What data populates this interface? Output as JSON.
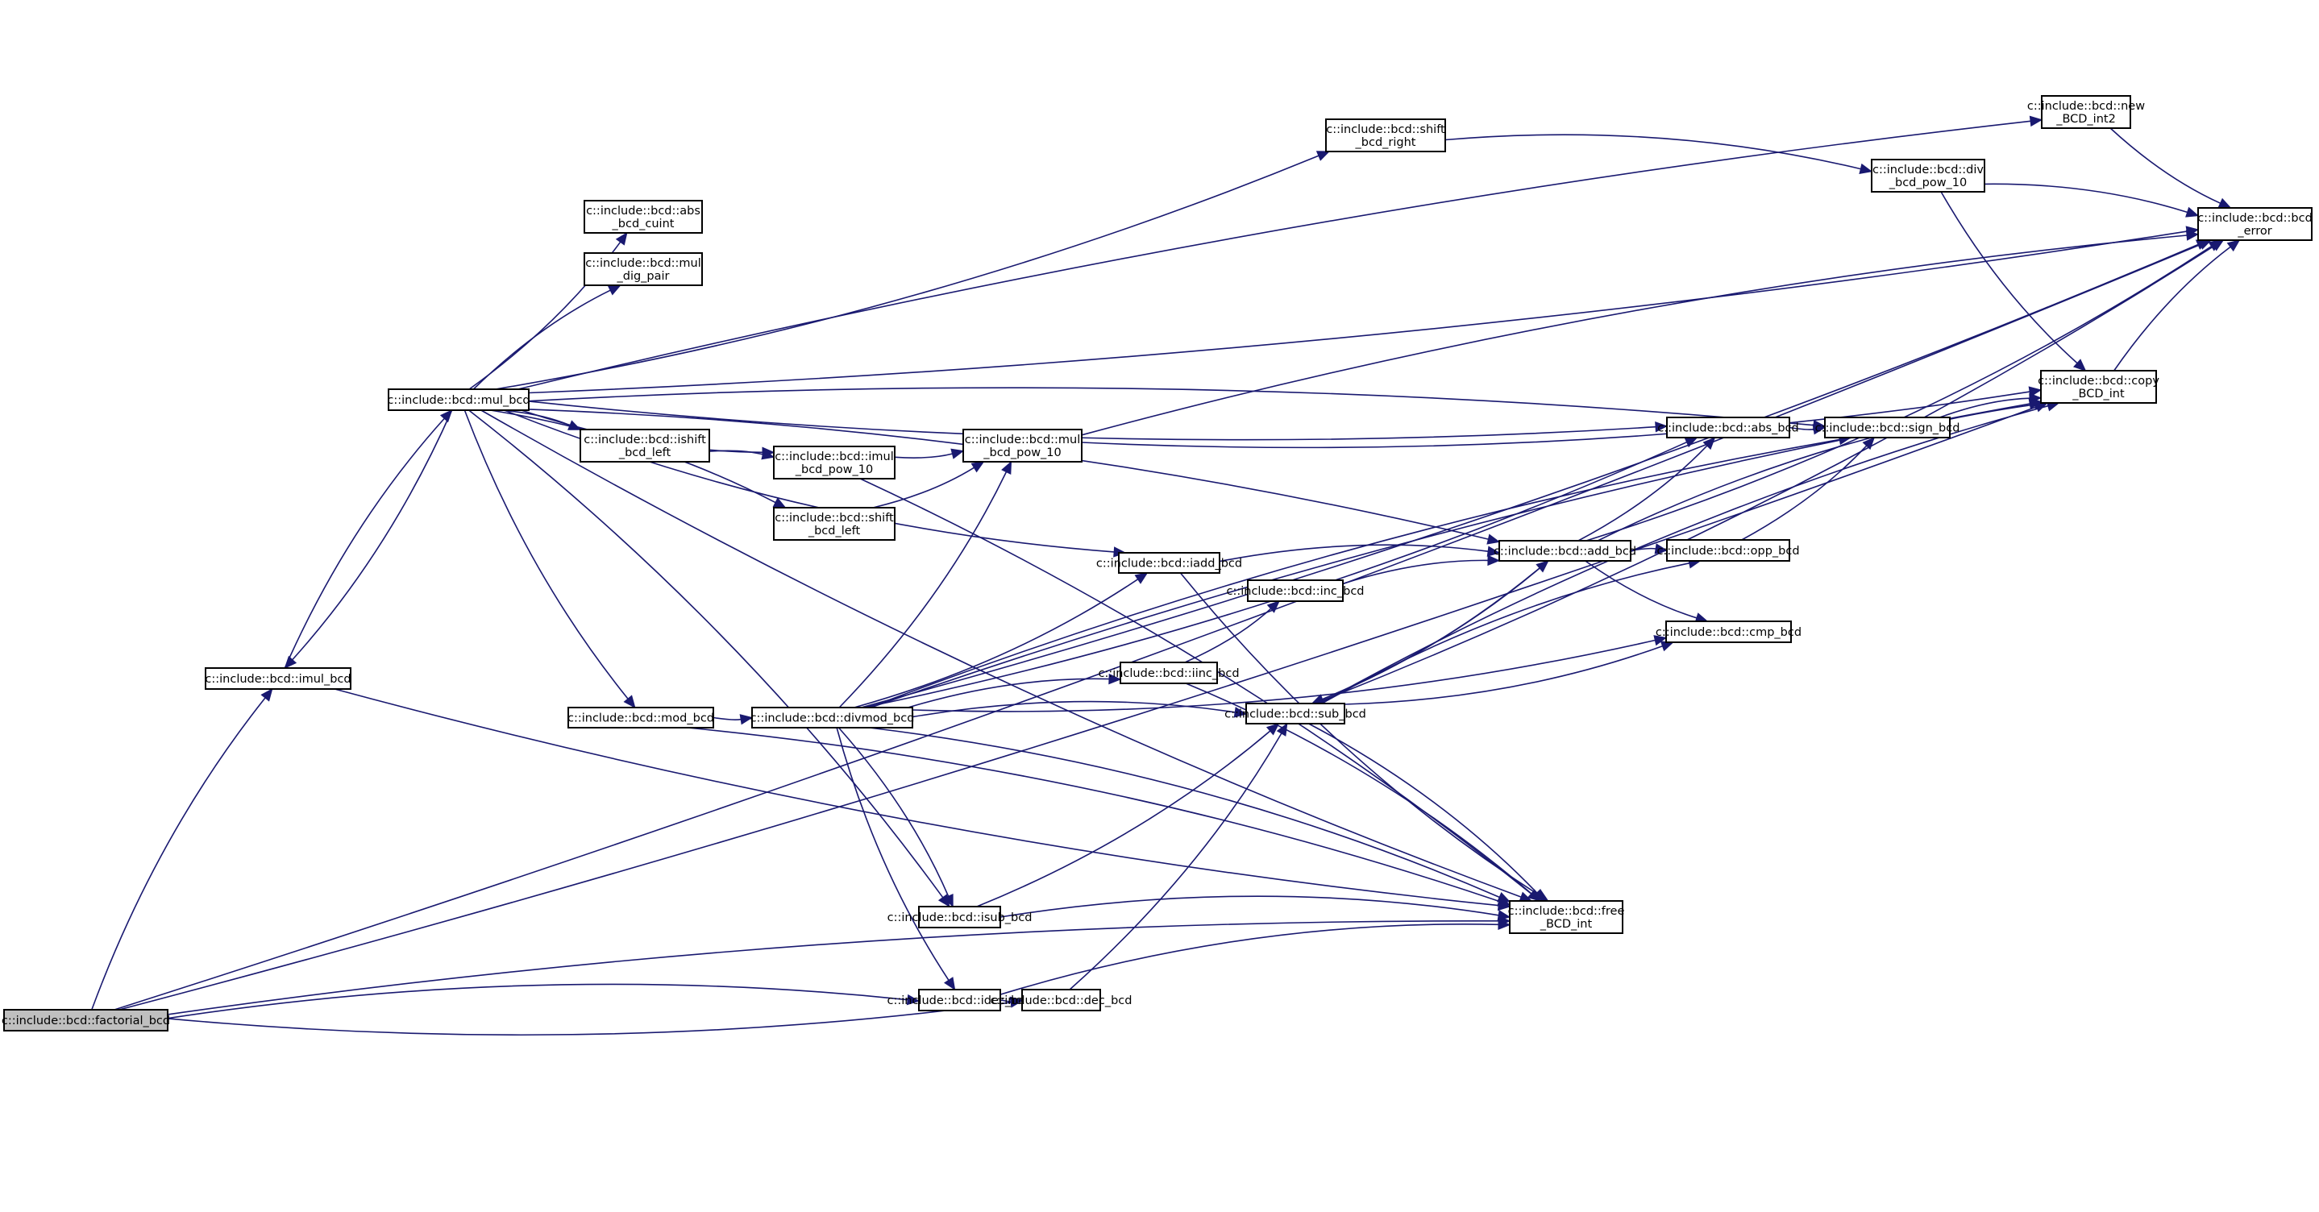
{
  "diagram": {
    "type": "call-graph",
    "root": "factorial_bcd",
    "colors": {
      "edge": "#191970",
      "root_fill": "#bfbfbf",
      "node_fill": "#ffffff",
      "node_border": "#000000"
    },
    "nodes": [
      {
        "id": "factorial_bcd",
        "lines": [
          "c::include::bcd::factorial_bcd"
        ]
      },
      {
        "id": "imul_bcd",
        "lines": [
          "c::include::bcd::imul_bcd"
        ]
      },
      {
        "id": "mul_bcd",
        "lines": [
          "c::include::bcd::mul_bcd"
        ]
      },
      {
        "id": "abs_bcd_cuint",
        "lines": [
          "c::include::bcd::abs",
          "_bcd_cuint"
        ]
      },
      {
        "id": "mul_dig_pair",
        "lines": [
          "c::include::bcd::mul",
          "_dig_pair"
        ]
      },
      {
        "id": "ishift_bcd_left",
        "lines": [
          "c::include::bcd::ishift",
          "_bcd_left"
        ]
      },
      {
        "id": "imul_bcd_pow_10",
        "lines": [
          "c::include::bcd::imul",
          "_bcd_pow_10"
        ]
      },
      {
        "id": "shift_bcd_left",
        "lines": [
          "c::include::bcd::shift",
          "_bcd_left"
        ]
      },
      {
        "id": "mul_bcd_pow_10",
        "lines": [
          "c::include::bcd::mul",
          "_bcd_pow_10"
        ]
      },
      {
        "id": "shift_bcd_right",
        "lines": [
          "c::include::bcd::shift",
          "_bcd_right"
        ]
      },
      {
        "id": "new_BCD_int2",
        "lines": [
          "c::include::bcd::new",
          "_BCD_int2"
        ]
      },
      {
        "id": "div_bcd_pow_10",
        "lines": [
          "c::include::bcd::div",
          "_bcd_pow_10"
        ]
      },
      {
        "id": "bcd_error",
        "lines": [
          "c::include::bcd::bcd",
          "_error"
        ]
      },
      {
        "id": "copy_BCD_int",
        "lines": [
          "c::include::bcd::copy",
          "_BCD_int"
        ]
      },
      {
        "id": "abs_bcd",
        "lines": [
          "c::include::bcd::abs_bcd"
        ]
      },
      {
        "id": "sign_bcd",
        "lines": [
          "c::include::bcd::sign_bcd"
        ]
      },
      {
        "id": "add_bcd",
        "lines": [
          "c::include::bcd::add_bcd"
        ]
      },
      {
        "id": "opp_bcd",
        "lines": [
          "c::include::bcd::opp_bcd"
        ]
      },
      {
        "id": "cmp_bcd",
        "lines": [
          "c::include::bcd::cmp_bcd"
        ]
      },
      {
        "id": "iadd_bcd",
        "lines": [
          "c::include::bcd::iadd_bcd"
        ]
      },
      {
        "id": "inc_bcd",
        "lines": [
          "c::include::bcd::inc_bcd"
        ]
      },
      {
        "id": "iinc_bcd",
        "lines": [
          "c::include::bcd::iinc_bcd"
        ]
      },
      {
        "id": "sub_bcd",
        "lines": [
          "c::include::bcd::sub_bcd"
        ]
      },
      {
        "id": "mod_bcd",
        "lines": [
          "c::include::bcd::mod_bcd"
        ]
      },
      {
        "id": "divmod_bcd",
        "lines": [
          "c::include::bcd::divmod_bcd"
        ]
      },
      {
        "id": "isub_bcd",
        "lines": [
          "c::include::bcd::isub_bcd"
        ]
      },
      {
        "id": "free_BCD_int",
        "lines": [
          "c::include::bcd::free",
          "_BCD_int"
        ]
      },
      {
        "id": "idec_bcd",
        "lines": [
          "c::include::bcd::idec_bcd"
        ]
      },
      {
        "id": "dec_bcd",
        "lines": [
          "c::include::bcd::dec_bcd"
        ]
      }
    ],
    "edges": [
      [
        "factorial_bcd",
        "imul_bcd"
      ],
      [
        "factorial_bcd",
        "bcd_error"
      ],
      [
        "factorial_bcd",
        "idec_bcd"
      ],
      [
        "factorial_bcd",
        "dec_bcd"
      ],
      [
        "factorial_bcd",
        "free_BCD_int"
      ],
      [
        "factorial_bcd",
        "copy_BCD_int"
      ],
      [
        "imul_bcd",
        "mul_bcd"
      ],
      [
        "imul_bcd",
        "free_BCD_int"
      ],
      [
        "mul_bcd",
        "imul_bcd"
      ],
      [
        "mul_bcd",
        "bcd_error"
      ],
      [
        "mul_bcd",
        "new_BCD_int2"
      ],
      [
        "mul_bcd",
        "shift_bcd_right"
      ],
      [
        "mul_bcd",
        "sign_bcd"
      ],
      [
        "mul_bcd",
        "abs_bcd_cuint"
      ],
      [
        "mul_bcd",
        "mul_dig_pair"
      ],
      [
        "mul_bcd",
        "abs_bcd"
      ],
      [
        "mul_bcd",
        "add_bcd"
      ],
      [
        "mul_bcd",
        "iadd_bcd"
      ],
      [
        "mul_bcd",
        "ishift_bcd_left"
      ],
      [
        "mul_bcd",
        "imul_bcd_pow_10"
      ],
      [
        "mul_bcd",
        "shift_bcd_left"
      ],
      [
        "mul_bcd",
        "mod_bcd"
      ],
      [
        "mul_bcd",
        "isub_bcd"
      ],
      [
        "mul_bcd",
        "free_BCD_int"
      ],
      [
        "ishift_bcd_left",
        "imul_bcd_pow_10"
      ],
      [
        "imul_bcd_pow_10",
        "mul_bcd_pow_10"
      ],
      [
        "imul_bcd_pow_10",
        "free_BCD_int"
      ],
      [
        "shift_bcd_left",
        "mul_bcd_pow_10"
      ],
      [
        "mul_bcd_pow_10",
        "bcd_error"
      ],
      [
        "mul_bcd_pow_10",
        "copy_BCD_int"
      ],
      [
        "shift_bcd_right",
        "div_bcd_pow_10"
      ],
      [
        "new_BCD_int2",
        "bcd_error"
      ],
      [
        "div_bcd_pow_10",
        "bcd_error"
      ],
      [
        "div_bcd_pow_10",
        "copy_BCD_int"
      ],
      [
        "copy_BCD_int",
        "bcd_error"
      ],
      [
        "abs_bcd",
        "sign_bcd"
      ],
      [
        "sign_bcd",
        "copy_BCD_int"
      ],
      [
        "add_bcd",
        "abs_bcd"
      ],
      [
        "add_bcd",
        "opp_bcd"
      ],
      [
        "add_bcd",
        "cmp_bcd"
      ],
      [
        "add_bcd",
        "copy_BCD_int"
      ],
      [
        "add_bcd",
        "bcd_error"
      ],
      [
        "add_bcd",
        "sub_bcd"
      ],
      [
        "opp_bcd",
        "sign_bcd"
      ],
      [
        "iadd_bcd",
        "add_bcd"
      ],
      [
        "iadd_bcd",
        "free_BCD_int"
      ],
      [
        "inc_bcd",
        "add_bcd"
      ],
      [
        "iinc_bcd",
        "inc_bcd"
      ],
      [
        "iinc_bcd",
        "free_BCD_int"
      ],
      [
        "sub_bcd",
        "add_bcd"
      ],
      [
        "sub_bcd",
        "opp_bcd"
      ],
      [
        "sub_bcd",
        "cmp_bcd"
      ],
      [
        "sub_bcd",
        "copy_BCD_int"
      ],
      [
        "sub_bcd",
        "bcd_error"
      ],
      [
        "sub_bcd",
        "free_BCD_int"
      ],
      [
        "mod_bcd",
        "divmod_bcd"
      ],
      [
        "mod_bcd",
        "free_BCD_int"
      ],
      [
        "divmod_bcd",
        "mul_bcd_pow_10"
      ],
      [
        "divmod_bcd",
        "copy_BCD_int"
      ],
      [
        "divmod_bcd",
        "abs_bcd"
      ],
      [
        "divmod_bcd",
        "sign_bcd"
      ],
      [
        "divmod_bcd",
        "iadd_bcd"
      ],
      [
        "divmod_bcd",
        "iinc_bcd"
      ],
      [
        "divmod_bcd",
        "cmp_bcd"
      ],
      [
        "divmod_bcd",
        "sub_bcd"
      ],
      [
        "divmod_bcd",
        "bcd_error"
      ],
      [
        "divmod_bcd",
        "isub_bcd"
      ],
      [
        "divmod_bcd",
        "idec_bcd"
      ],
      [
        "divmod_bcd",
        "free_BCD_int"
      ],
      [
        "isub_bcd",
        "sub_bcd"
      ],
      [
        "isub_bcd",
        "free_BCD_int"
      ],
      [
        "idec_bcd",
        "dec_bcd"
      ],
      [
        "idec_bcd",
        "free_BCD_int"
      ],
      [
        "dec_bcd",
        "sub_bcd"
      ]
    ]
  }
}
